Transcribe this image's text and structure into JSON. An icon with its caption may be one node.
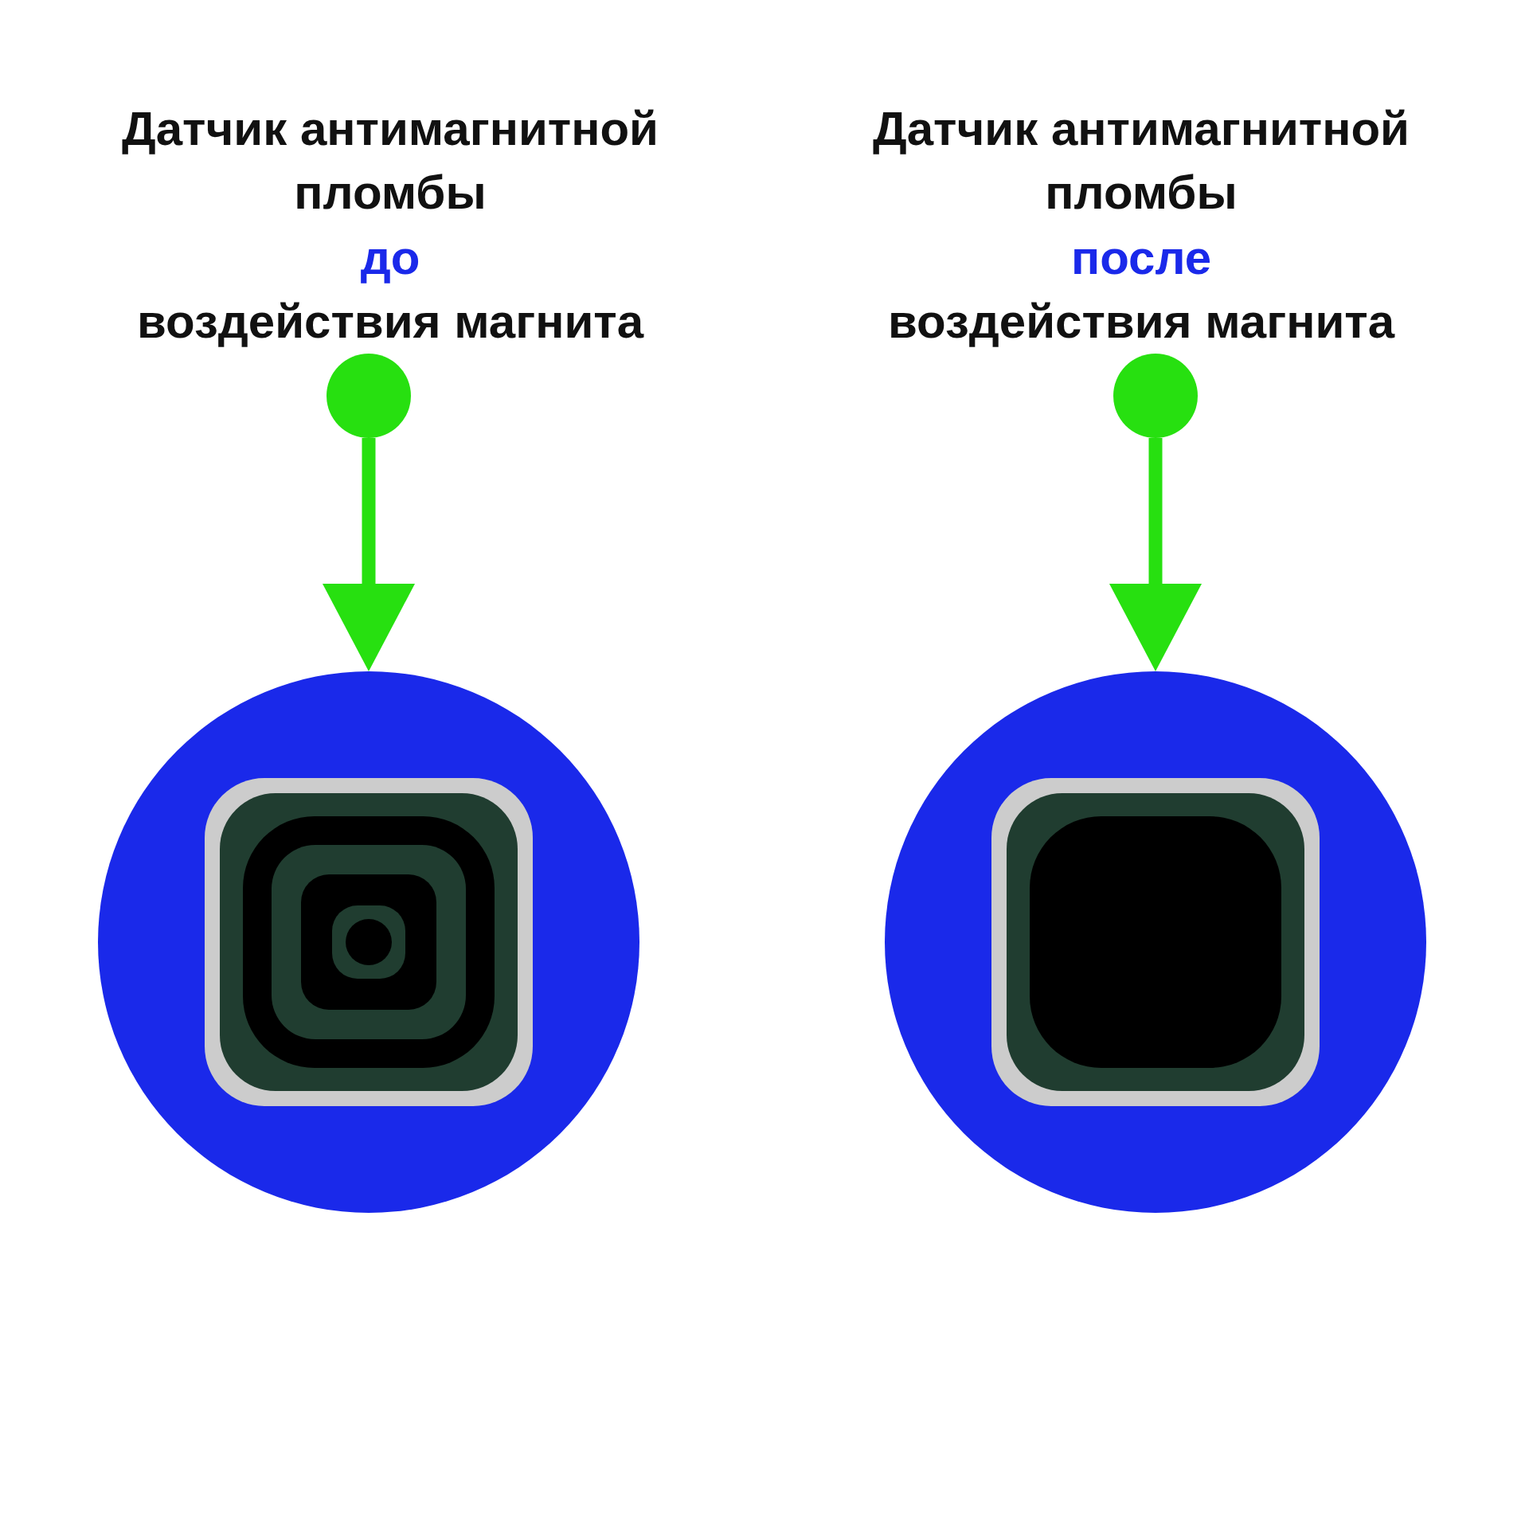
{
  "diagram": {
    "nodes": [
      {
        "text": [],
        "shape": "circle"
      },
      {
        "text": [],
        "shape": "circle"
      },
      {
        "text": [],
        "shape": "circle"
      },
      {
        "text": [],
        "shape": "circle"
      }
    ],
    "edges": [
      {
        "from": 0,
        "to": 1,
        "arrow": "to"
      },
      {
        "from": 2,
        "to": 3,
        "arrow": "to"
      }
    ],
    "labels": [
      "Датчик антимагнитной пломбы",
      "до",
      "воздействия магнита",
      "Датчик антимагнитной пломбы",
      "после",
      "воздействия магнита"
    ]
  }
}
